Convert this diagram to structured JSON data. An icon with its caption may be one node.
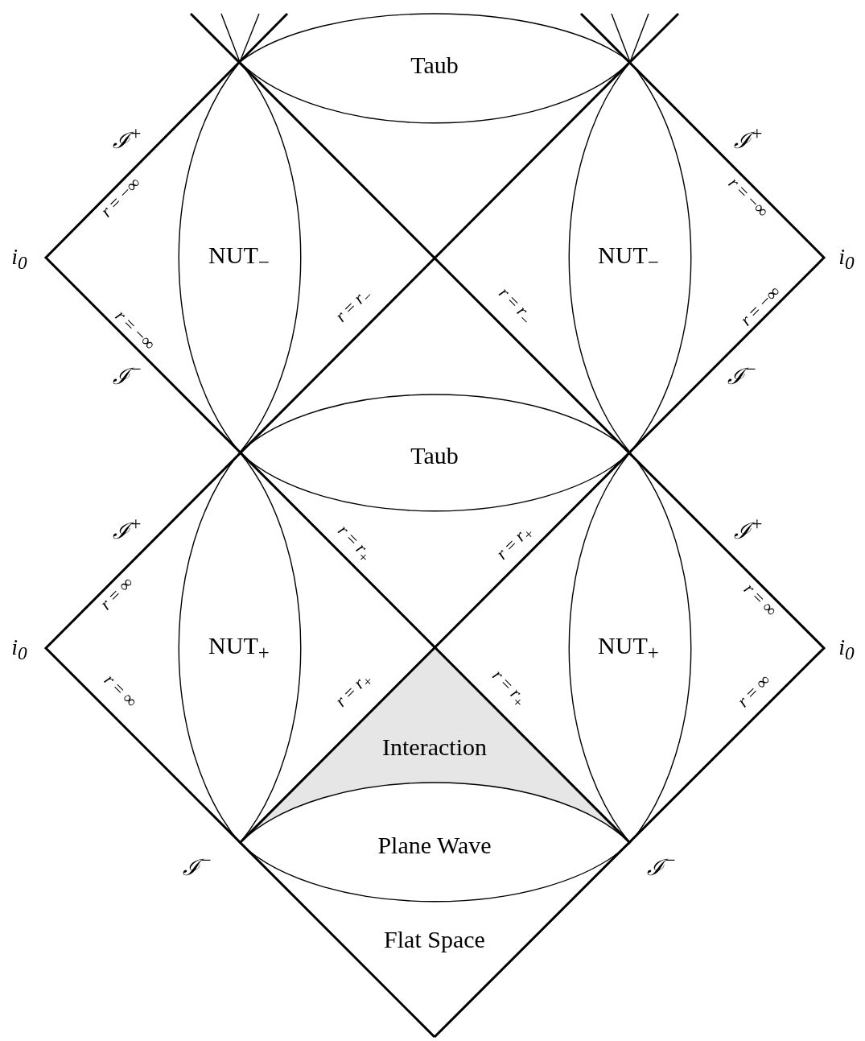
{
  "diagram": {
    "labels": [
      "Taub",
      "ℐ$^{+}$",
      "ℐ$^{+}$",
      "*r* = −∞",
      "*r* = −∞",
      "i$_{0}$",
      "NUT$_{−}$",
      "NUT$_{−}$",
      "i$_{0}$",
      "*r* = −∞",
      "*r* = *r*$_{−}$",
      "*r* = *r*$_{−}$",
      "*r* = −∞",
      "ℐ$^{−}$",
      "ℐ$^{−}$",
      "Taub",
      "ℐ$^{+}$",
      "ℐ$^{+}$",
      "*r* = *r*$_{+}$",
      "*r* = *r*$_{+}$",
      "*r* = ∞",
      "*r* = ∞",
      "i$_{0}$",
      "NUT$_{+}$",
      "NUT$_{+}$",
      "i$_{0}$",
      "*r* = ∞",
      "*r* = *r*$_{+}$",
      "*r* = *r*$_{+}$",
      "*r* = ∞",
      "Interaction",
      "ℐ$^{−}$",
      "Plane Wave",
      "ℐ$^{−}$",
      "Flat Space"
    ]
  }
}
